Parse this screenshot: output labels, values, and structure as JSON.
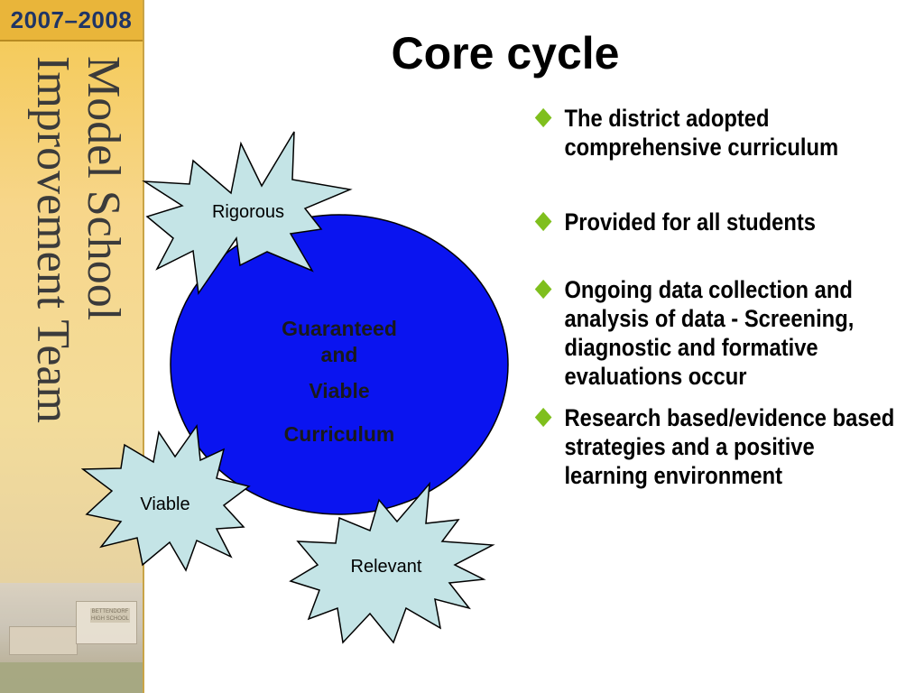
{
  "banner": {
    "years": "2007–2008",
    "title_line1": "Model School",
    "title_line2": "Improvement Team",
    "photo_sign": "BETTENDORF HIGH SCHOOL"
  },
  "slide": {
    "title": "Core cycle"
  },
  "diagram": {
    "circle": {
      "line1": "Guaranteed",
      "line2": "and",
      "line3": "Viable",
      "line4": "Curriculum",
      "fill": "#0a14f0"
    },
    "stars": [
      {
        "label": "Rigorous"
      },
      {
        "label": "Viable"
      },
      {
        "label": "Relevant"
      }
    ],
    "star_fill": "#c4e4e6"
  },
  "bullets": [
    {
      "text": "The district adopted comprehensive curriculum"
    },
    {
      "text": "Provided for all students"
    },
    {
      "text": "Ongoing data collection and analysis of data - Screening, diagnostic and formative evaluations occur"
    },
    {
      "text": "Research based/evidence based strategies and a positive learning environment"
    }
  ],
  "colors": {
    "bullet_marker": "#7fbf1d",
    "banner_gold": "#f4c850",
    "years_text": "#1f3566"
  },
  "icons": {
    "bullet_marker": "diamond-icon"
  }
}
